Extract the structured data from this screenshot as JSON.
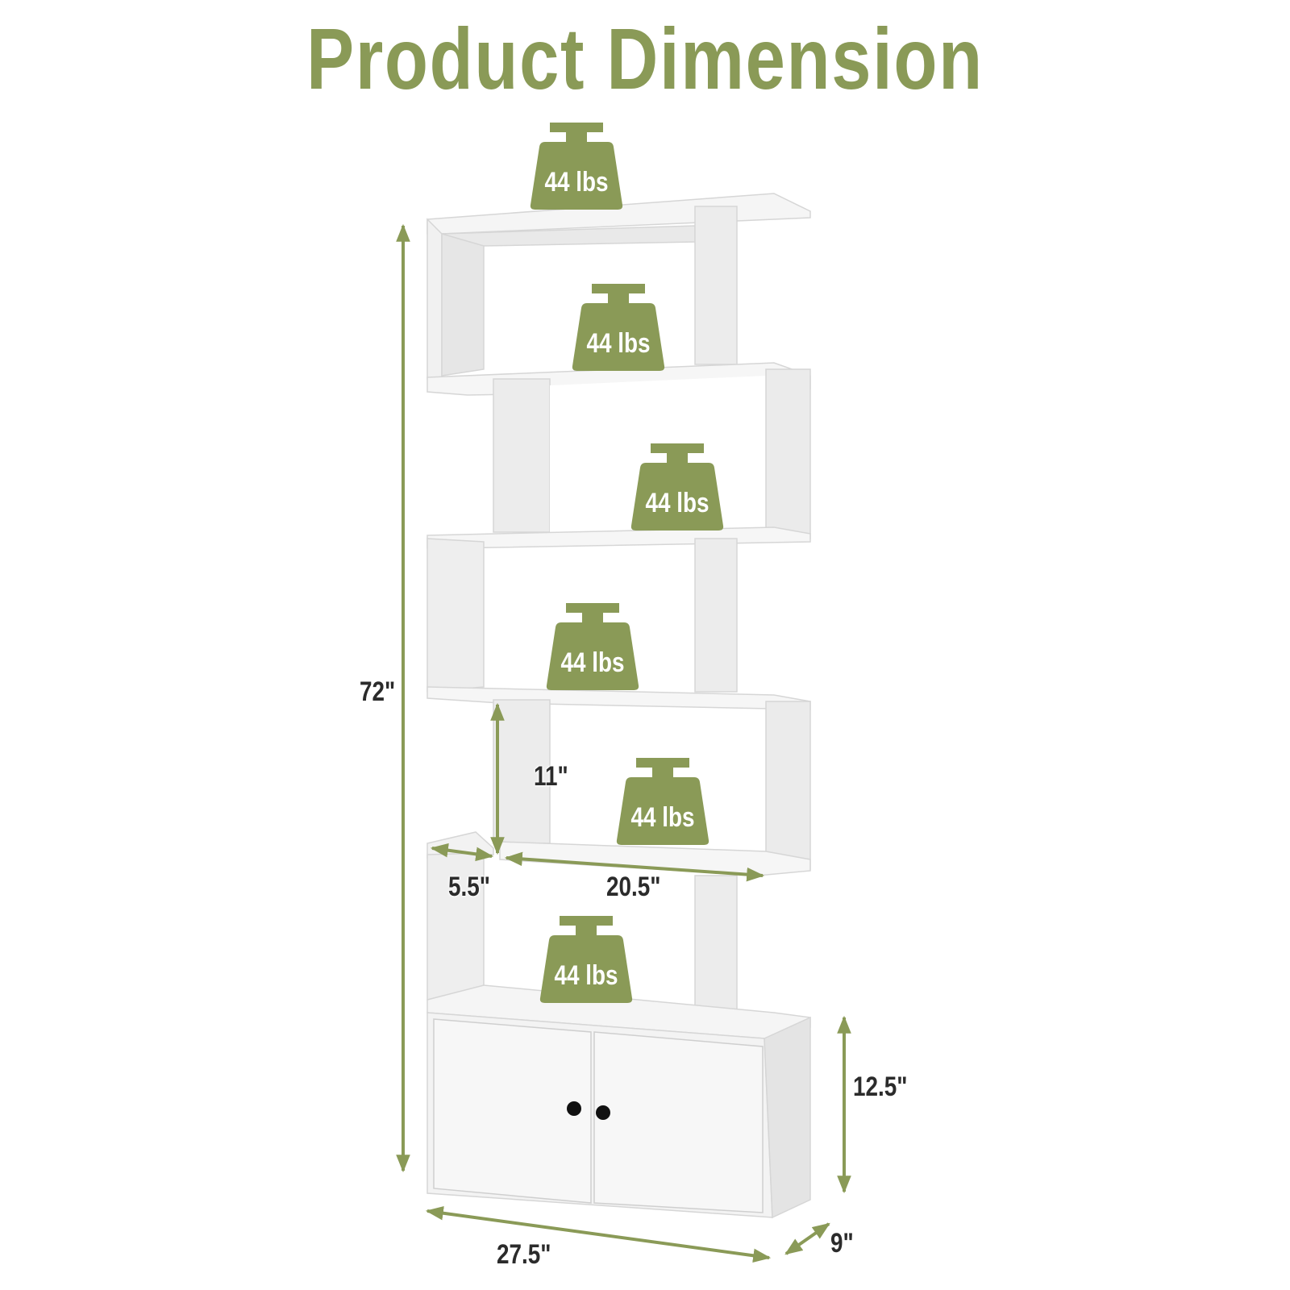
{
  "title": "Product Dimension",
  "colors": {
    "accent_green": "#8a9a57",
    "label_text": "#2b2b2b",
    "shelf_white": "#f4f4f4",
    "shelf_shade": "#dcdcdc",
    "knob": "#111111"
  },
  "dimensions": {
    "overall_height": "72\"",
    "shelf_opening_height": "11\"",
    "side_depth_offset": "5.5\"",
    "shelf_width": "20.5\"",
    "cabinet_height": "12.5\"",
    "overall_width": "27.5\"",
    "depth": "9\""
  },
  "weight_capacity": [
    {
      "shelf": 1,
      "label": "44 lbs",
      "icon": "weight-icon"
    },
    {
      "shelf": 2,
      "label": "44 lbs",
      "icon": "weight-icon"
    },
    {
      "shelf": 3,
      "label": "44 lbs",
      "icon": "weight-icon"
    },
    {
      "shelf": 4,
      "label": "44 lbs",
      "icon": "weight-icon"
    },
    {
      "shelf": 5,
      "label": "44 lbs",
      "icon": "weight-icon"
    },
    {
      "shelf": 6,
      "label": "44 lbs",
      "icon": "weight-icon"
    }
  ],
  "cabinet": {
    "doors": 2,
    "knobs": 2
  }
}
